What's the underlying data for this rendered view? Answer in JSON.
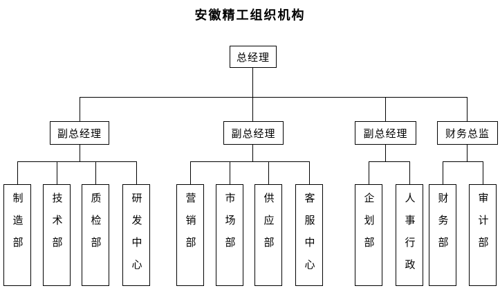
{
  "title": "安徽精工组织机构",
  "org": {
    "root": {
      "label": "总经理"
    },
    "level2": [
      {
        "label": "副总经理"
      },
      {
        "label": "副总经理"
      },
      {
        "label": "副总经理"
      },
      {
        "label": "财务总监"
      }
    ],
    "groups": [
      {
        "parent_index": 0,
        "children": [
          "制造部",
          "技术部",
          "质检部",
          "研发中心"
        ]
      },
      {
        "parent_index": 1,
        "children": [
          "营销部",
          "市场部",
          "供应部",
          "客服中心"
        ]
      },
      {
        "parent_index": 2,
        "children": [
          "企划部",
          "人事行政"
        ]
      },
      {
        "parent_index": 3,
        "children": [
          "财务部",
          "审计部"
        ]
      }
    ],
    "colors": {
      "line": "#000000",
      "box_border": "#000000",
      "box_fill": "#ffffff",
      "text": "#000000",
      "background": "#ffffff"
    }
  }
}
